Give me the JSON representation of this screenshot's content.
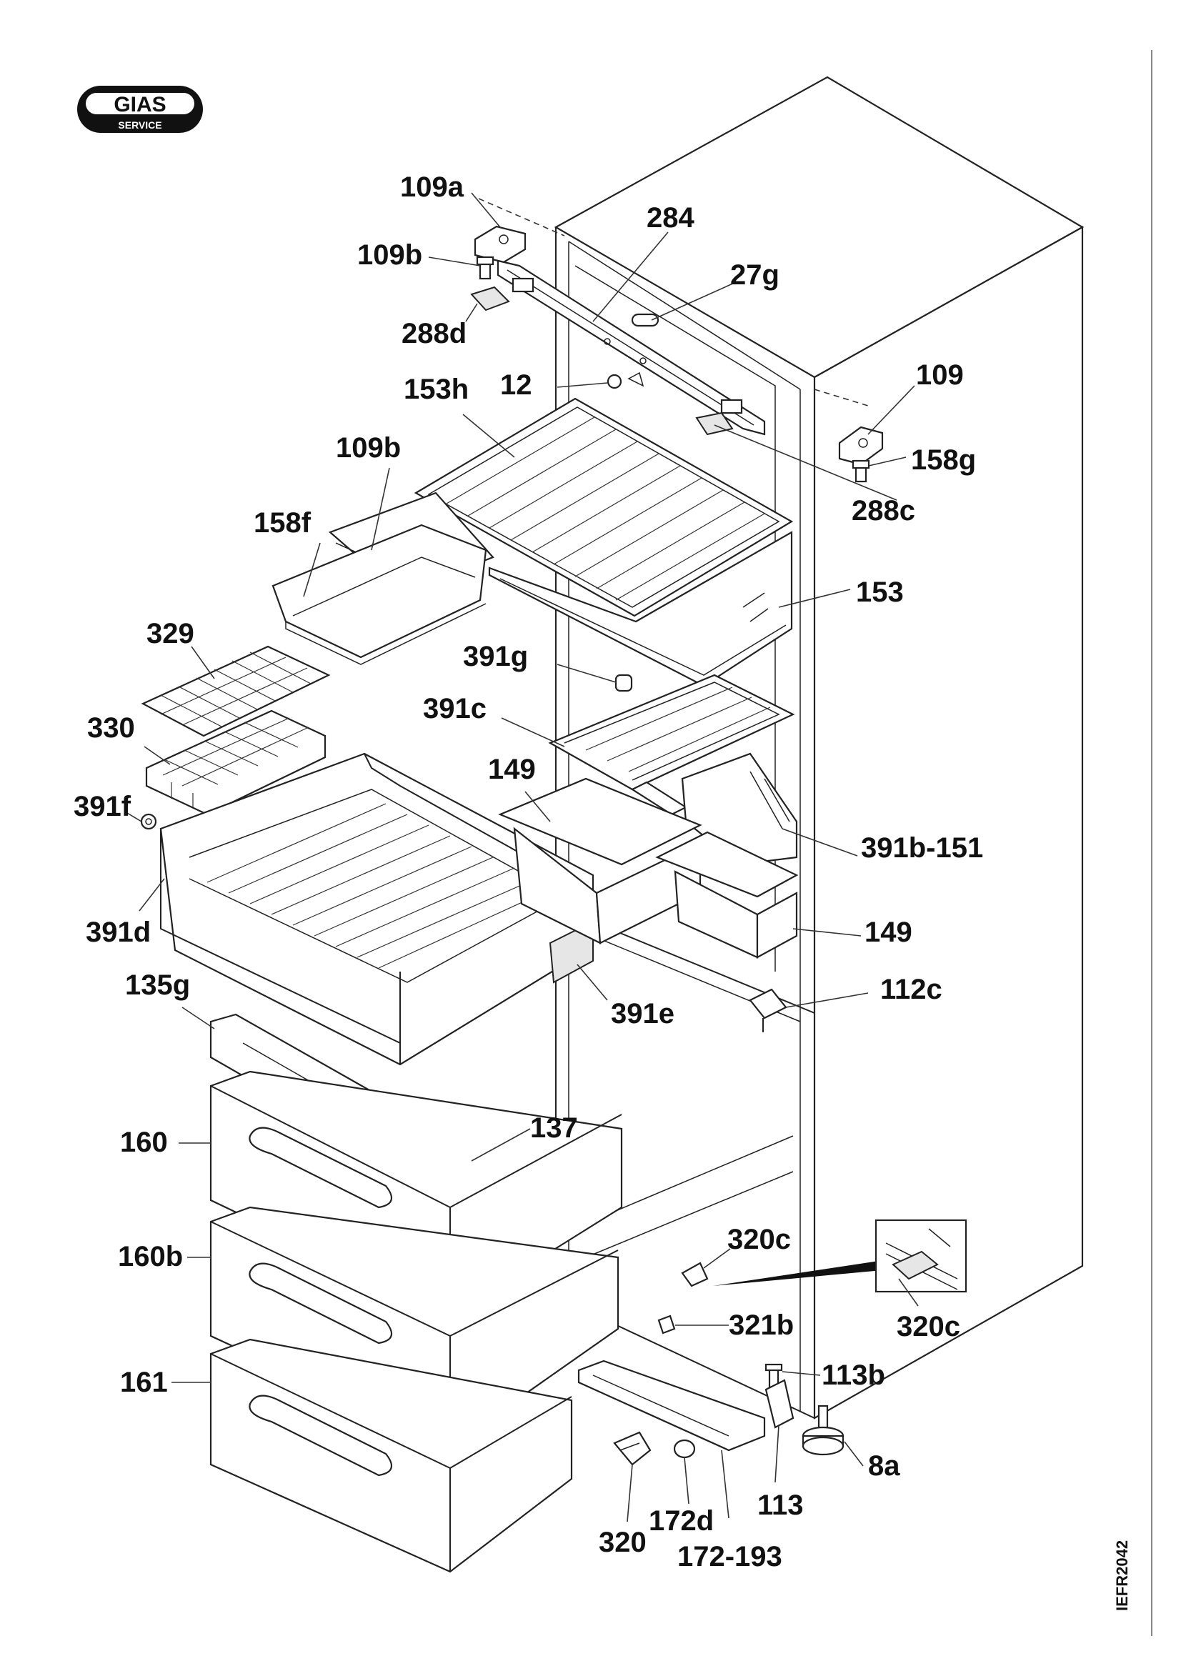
{
  "logo": {
    "brand": "GIAS",
    "sub": "SERVICE"
  },
  "drawing_code": "IEFR2042",
  "labels": [
    {
      "id": "109a",
      "text": "109a"
    },
    {
      "id": "284",
      "text": "284"
    },
    {
      "id": "109b_top",
      "text": "109b"
    },
    {
      "id": "27g",
      "text": "27g"
    },
    {
      "id": "288d",
      "text": "288d"
    },
    {
      "id": "12",
      "text": "12"
    },
    {
      "id": "153h",
      "text": "153h"
    },
    {
      "id": "109",
      "text": "109"
    },
    {
      "id": "109b_right",
      "text": "109b"
    },
    {
      "id": "158g",
      "text": "158g"
    },
    {
      "id": "288c",
      "text": "288c"
    },
    {
      "id": "158f",
      "text": "158f"
    },
    {
      "id": "153",
      "text": "153"
    },
    {
      "id": "329",
      "text": "329"
    },
    {
      "id": "391g",
      "text": "391g"
    },
    {
      "id": "391c",
      "text": "391c"
    },
    {
      "id": "330",
      "text": "330"
    },
    {
      "id": "149_top",
      "text": "149"
    },
    {
      "id": "391f",
      "text": "391f"
    },
    {
      "id": "391b_151",
      "text": "391b-151"
    },
    {
      "id": "391d",
      "text": "391d"
    },
    {
      "id": "149_right",
      "text": "149"
    },
    {
      "id": "135g",
      "text": "135g"
    },
    {
      "id": "112c",
      "text": "112c"
    },
    {
      "id": "391e",
      "text": "391e"
    },
    {
      "id": "160",
      "text": "160"
    },
    {
      "id": "137",
      "text": "137"
    },
    {
      "id": "160b",
      "text": "160b"
    },
    {
      "id": "320c_top",
      "text": "320c"
    },
    {
      "id": "321b",
      "text": "321b"
    },
    {
      "id": "320c_detail",
      "text": "320c"
    },
    {
      "id": "161",
      "text": "161"
    },
    {
      "id": "113b",
      "text": "113b"
    },
    {
      "id": "8a",
      "text": "8a"
    },
    {
      "id": "113",
      "text": "113"
    },
    {
      "id": "172d",
      "text": "172d"
    },
    {
      "id": "320",
      "text": "320"
    },
    {
      "id": "172_193",
      "text": "172-193"
    }
  ]
}
